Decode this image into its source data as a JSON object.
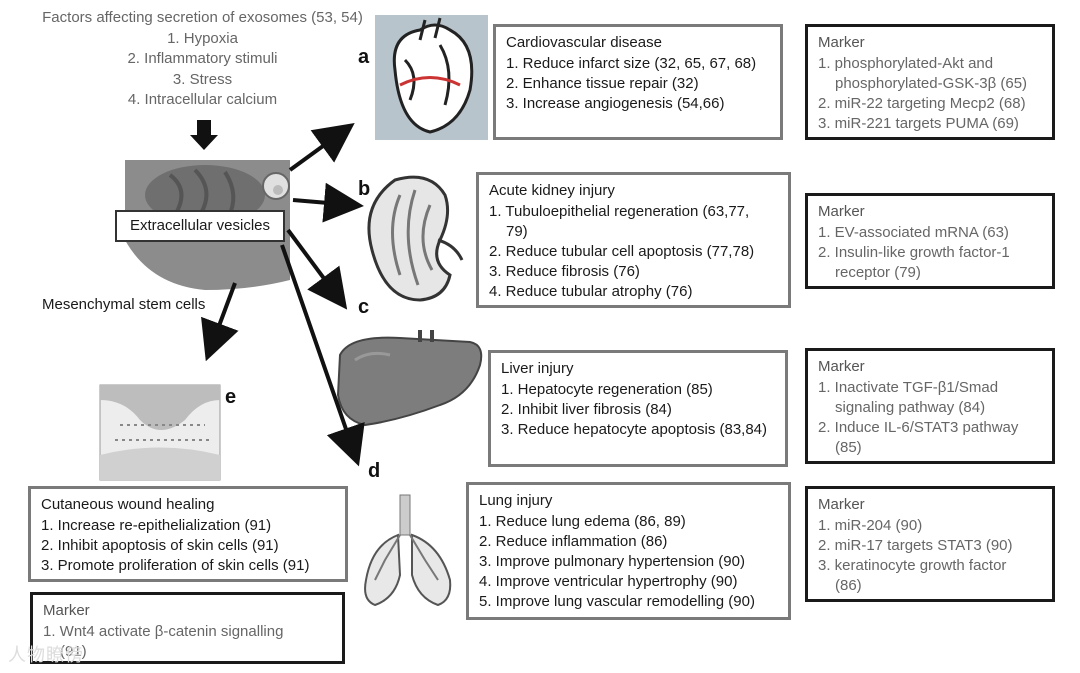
{
  "factors": {
    "title": "Factors affecting secretion of exosomes (53, 54)",
    "items": [
      "1. Hypoxia",
      "2. Inflammatory stimuli",
      "3. Stress",
      "4. Intracellular calcium"
    ]
  },
  "center": {
    "ev_label": "Extracellular vesicles",
    "msc_label": "Mesenchymal stem cells"
  },
  "letters": {
    "a": "a",
    "b": "b",
    "c": "c",
    "d": "d",
    "e": "e"
  },
  "cardio": {
    "title": "Cardiovascular disease",
    "items": [
      "1. Reduce infarct size (32, 65, 67, 68)",
      "2. Enhance tissue repair (32)",
      "3. Increase angiogenesis (54,66)"
    ]
  },
  "cardio_marker": {
    "title": "Marker",
    "items": [
      "1. phosphorylated-Akt and",
      "phosphorylated-GSK-3β (65)",
      "2. miR-22 targeting Mecp2 (68)",
      "3. miR-221 targets PUMA (69)"
    ]
  },
  "kidney": {
    "title": "Acute kidney injury",
    "items": [
      "1. Tubuloepithelial regeneration (63,77,",
      "79)",
      "2. Reduce tubular cell apoptosis (77,78)",
      "3. Reduce fibrosis (76)",
      "4. Reduce tubular atrophy (76)"
    ]
  },
  "kidney_marker": {
    "title": "Marker",
    "items": [
      "1. EV-associated mRNA (63)",
      "2. Insulin-like growth factor-1",
      "receptor (79)"
    ]
  },
  "liver": {
    "title": "Liver injury",
    "items": [
      "1. Hepatocyte regeneration (85)",
      "2. Inhibit liver fibrosis (84)",
      "3. Reduce hepatocyte apoptosis (83,84)"
    ]
  },
  "liver_marker": {
    "title": "Marker",
    "items": [
      "1. Inactivate TGF-β1/Smad",
      "signaling pathway (84)",
      "2. Induce IL-6/STAT3 pathway",
      "(85)"
    ]
  },
  "lung": {
    "title": "Lung injury",
    "items": [
      "1. Reduce lung edema (86, 89)",
      "2. Reduce inflammation (86)",
      "3. Improve pulmonary hypertension (90)",
      "4. Improve ventricular hypertrophy (90)",
      "5. Improve lung vascular remodelling (90)"
    ]
  },
  "lung_marker": {
    "title": "Marker",
    "items": [
      "1. miR-204 (90)",
      "2. miR-17 targets STAT3 (90)",
      "3. keratinocyte growth factor",
      "(86)"
    ]
  },
  "wound": {
    "title": "Cutaneous wound healing",
    "items": [
      "1. Increase re-epithelialization (91)",
      "2. Inhibit apoptosis of skin cells (91)",
      "3. Promote proliferation of skin cells (91)"
    ]
  },
  "wound_marker": {
    "title": "Marker",
    "items": [
      "1. Wnt4 activate β-catenin signalling",
      "(91)"
    ]
  },
  "watermark": "人物瞭傍"
}
